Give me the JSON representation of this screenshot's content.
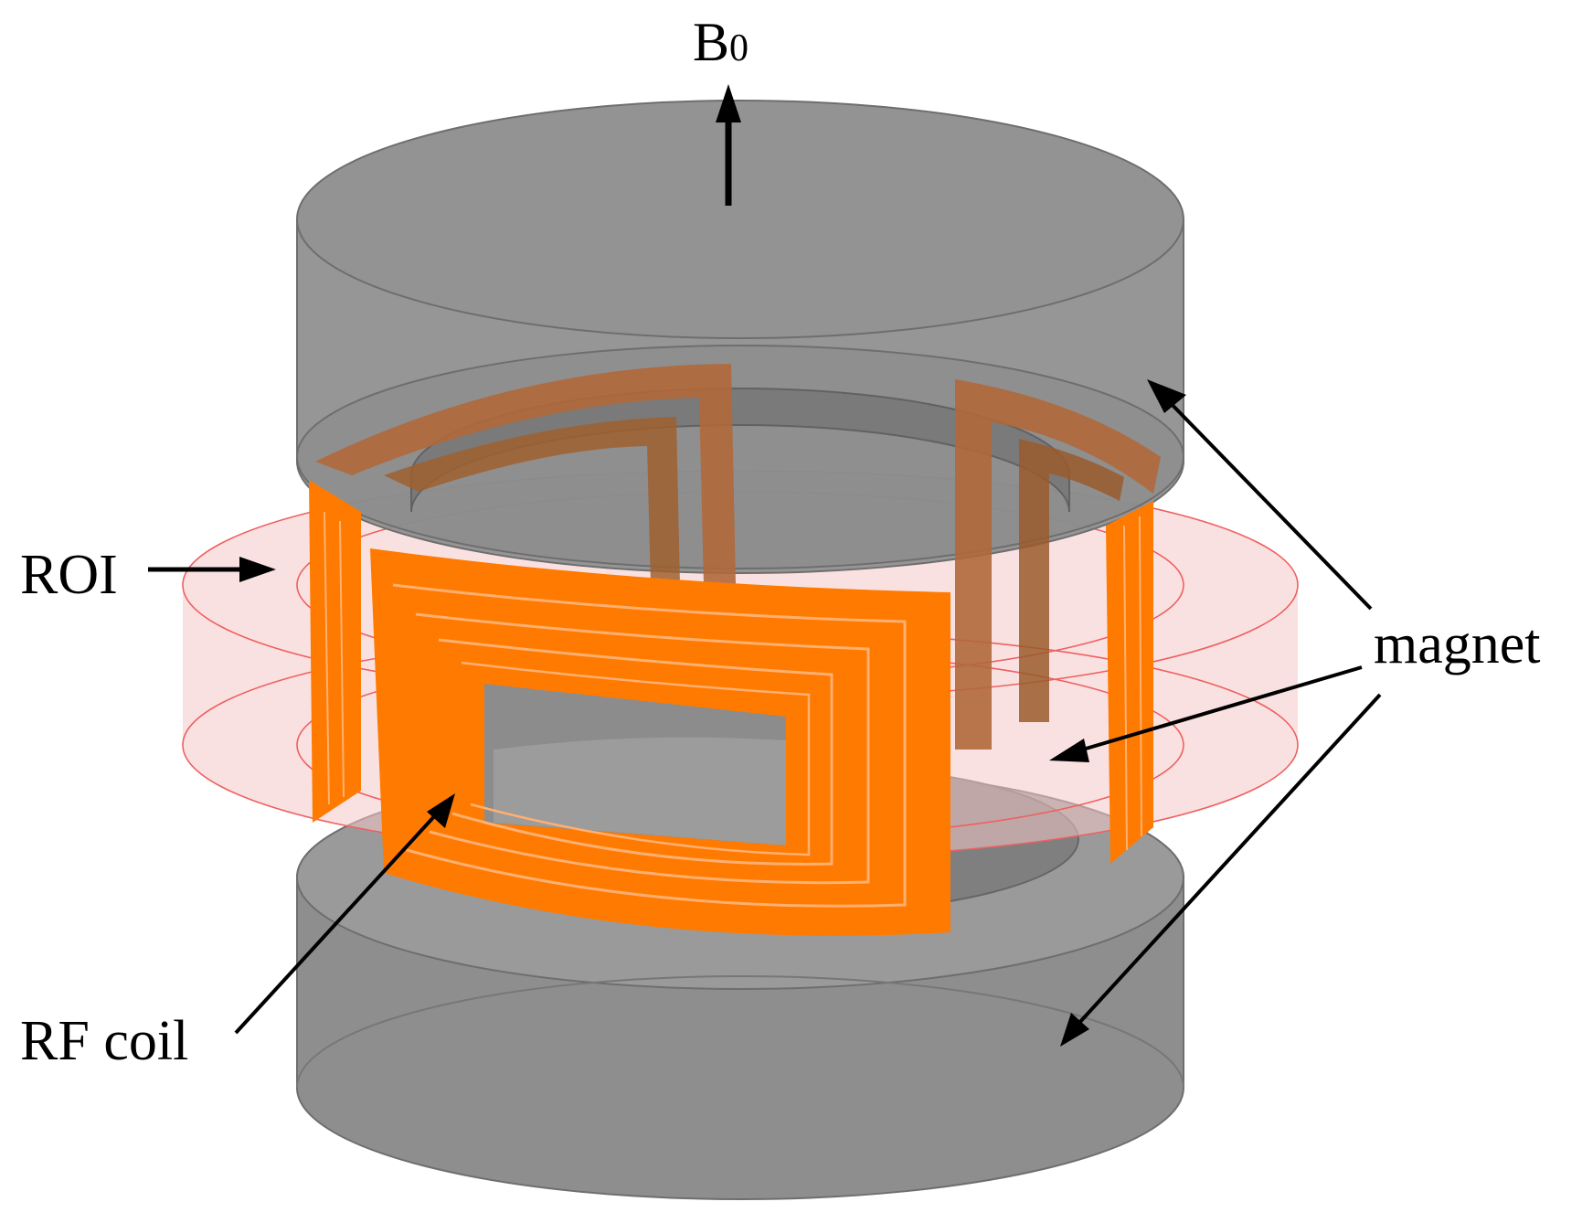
{
  "labels": {
    "b0_main": "B",
    "b0_sub": "0",
    "roi": "ROI",
    "magnet": "magnet",
    "rf_coil": "RF coil"
  },
  "colors": {
    "magnet_fill": "#8c8c8c",
    "magnet_edge": "#6e6e6e",
    "magnet_top": "#939393",
    "coil": "#ff7a00",
    "coil_dark": "#b06a2e",
    "roi_fill": "#f6c8c8",
    "roi_line": "#ee5a5a",
    "arrow": "#000000"
  },
  "icons": {
    "field_arrow": "arrow-up-icon",
    "pointer": "arrow-icon"
  }
}
